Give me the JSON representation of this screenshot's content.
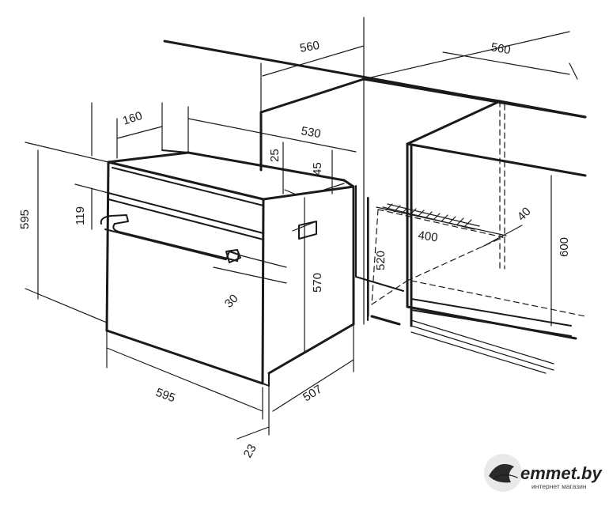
{
  "dimensions": {
    "niche_width": "560",
    "niche_width_right": "560",
    "top_depth": "160",
    "oven_depth_top": "530",
    "offset_25": "25",
    "offset_45": "45",
    "oven_height": "595",
    "panel_height": "119",
    "niche_height_left": "520",
    "body_height": "570",
    "handle_offset": "30",
    "oven_width": "595",
    "oven_depth": "507",
    "door_thickness": "23",
    "vent_width": "400",
    "vent_depth": "40",
    "niche_height_right": "600"
  },
  "logo": {
    "name": "emmet.by",
    "tagline": "интернет магазин"
  }
}
